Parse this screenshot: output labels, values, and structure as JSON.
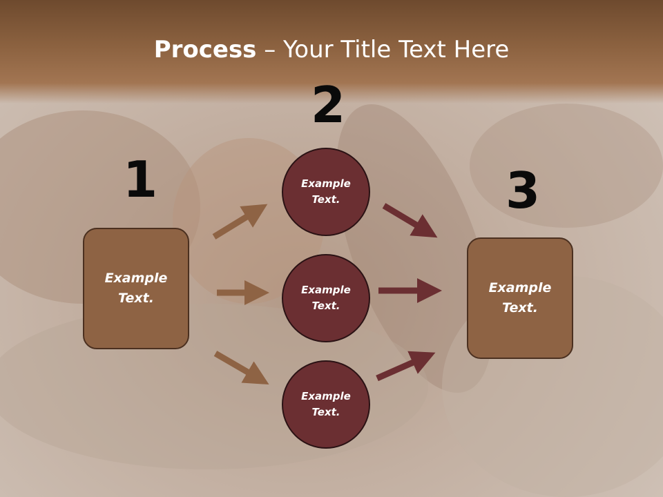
{
  "slide": {
    "title_bold": "Process",
    "title_rest": " – Your Title Text Here",
    "steps": {
      "one": "1",
      "two": "2",
      "three": "3"
    },
    "left_box": {
      "line1": "Example",
      "line2": "Text."
    },
    "right_box": {
      "line1": "Example",
      "line2": "Text."
    },
    "circles": [
      {
        "line1": "Example",
        "line2": "Text."
      },
      {
        "line1": "Example",
        "line2": "Text."
      },
      {
        "line1": "Example",
        "line2": "Text."
      }
    ]
  },
  "colors": {
    "box_fill": "#8e6344",
    "circle_fill": "#6b2f32",
    "arrow_light": "#8e6344",
    "arrow_dark": "#6b2f32",
    "header": "#8c6240"
  }
}
